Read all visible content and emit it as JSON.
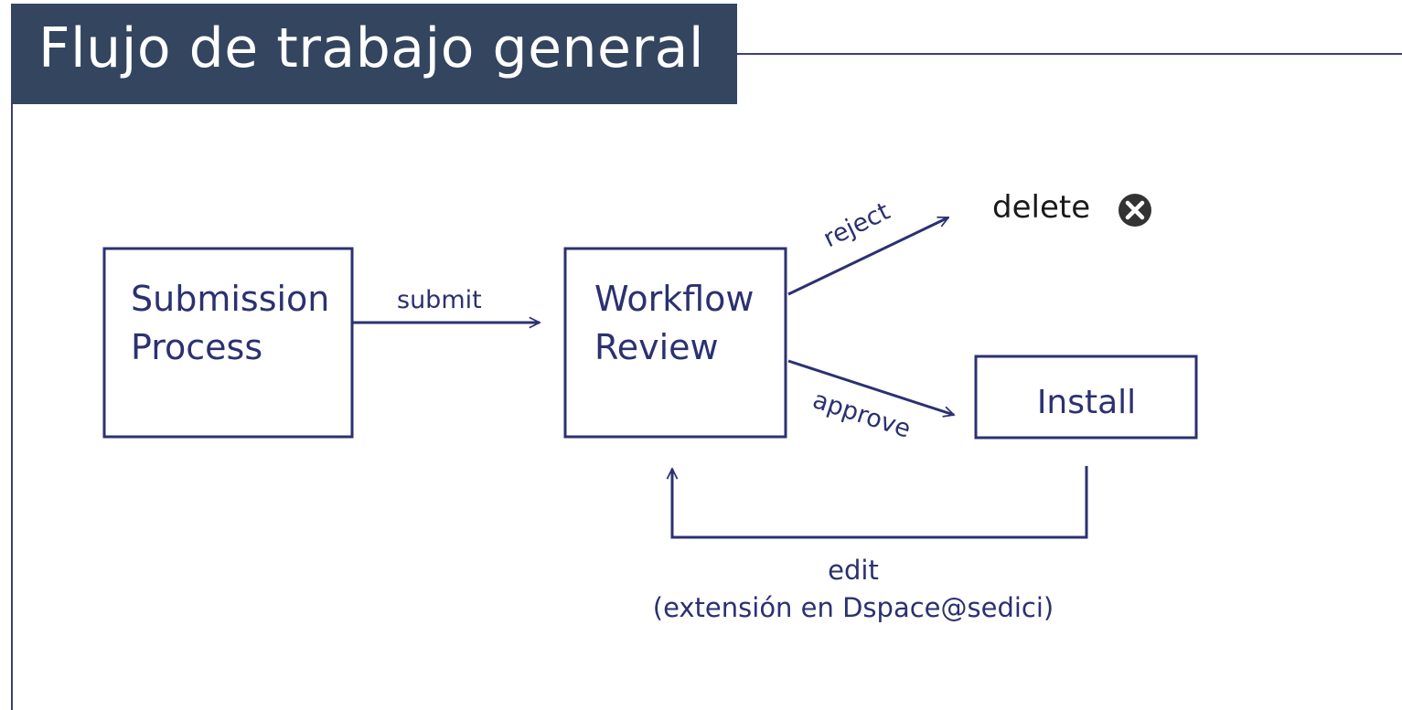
{
  "header": {
    "title": "Flujo de trabajo general"
  },
  "nodes": {
    "submission": {
      "line1": "Submission",
      "line2": "Process"
    },
    "workflow": {
      "line1": "Workflow",
      "line2": "Review"
    },
    "install": {
      "label": "Install"
    },
    "delete": {
      "label": "delete"
    }
  },
  "edges": {
    "submit": "submit",
    "reject": "reject",
    "approve": "approve",
    "edit": "edit",
    "edit_note": "(extensión en Dspace@sedici)"
  },
  "colors": {
    "title_bar": "#33455f",
    "stroke": "#2b3170",
    "text": "#2b3170",
    "dark_text": "#1a1a1a",
    "frame": "#3a3f7a"
  },
  "icons": {
    "delete_icon": "circle-x-icon"
  }
}
